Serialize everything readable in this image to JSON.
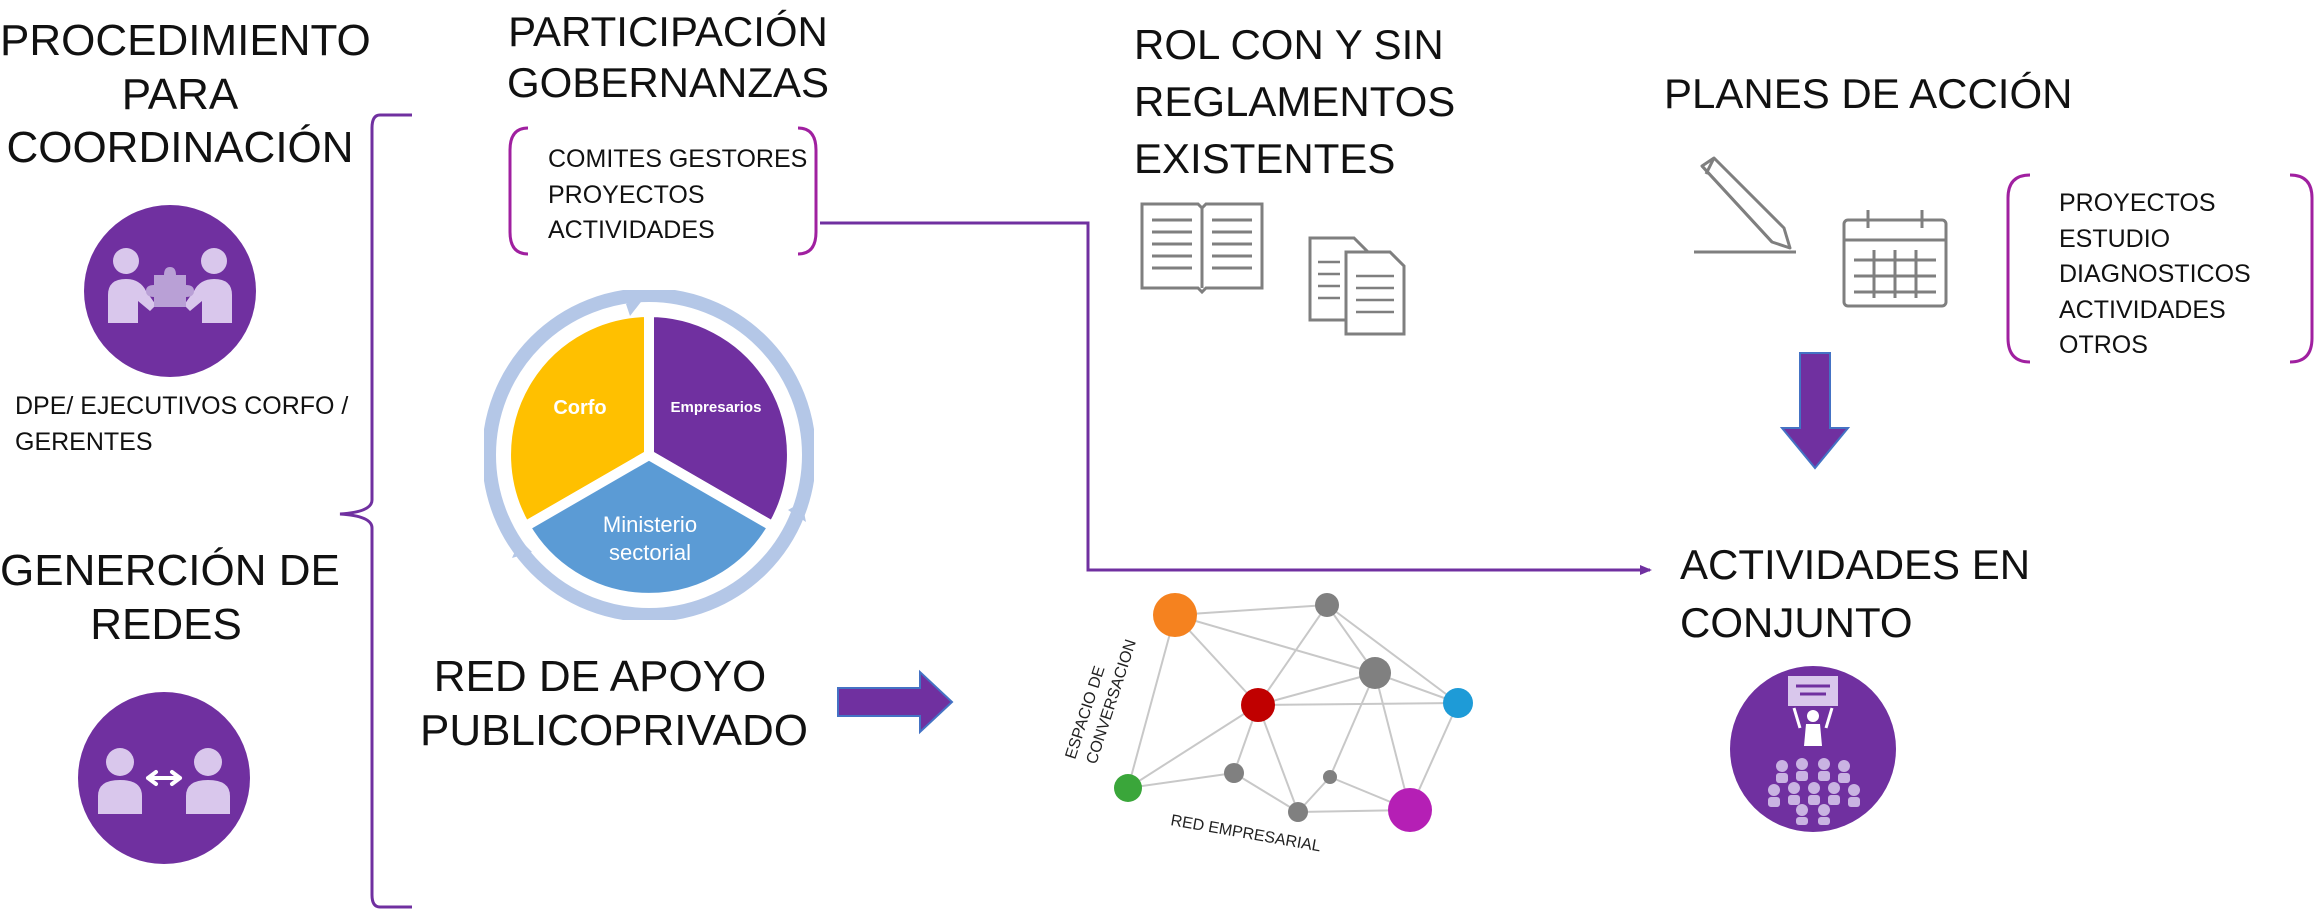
{
  "procedimiento": {
    "title": [
      "PROCEDIMIENTO",
      "PARA",
      "COORDINACIÓN"
    ],
    "roles": [
      "DPE/ EJECUTIVOS CORFO /",
      "GERENTES"
    ],
    "icon": "handshake-puzzle-icon"
  },
  "redes": {
    "title": [
      "GENERCIÓN DE",
      "REDES"
    ],
    "icon": "people-exchange-icon"
  },
  "participacion": {
    "title": [
      "PARTICIPACIÓN",
      "GOBERNANZAS"
    ],
    "items": [
      "COMITES GESTORES",
      "PROYECTOS",
      "ACTIVIDADES"
    ]
  },
  "cycle": {
    "segments": [
      "Corfo",
      "Empresarios",
      "Ministerio",
      "sectorial"
    ],
    "colors": {
      "corfo": "#FFC000",
      "empresarios": "#7030A0",
      "ministerio": "#5B9BD5",
      "ring": "#B4C7E7"
    }
  },
  "red_apoyo": {
    "title": [
      "RED DE APOYO",
      "PUBLICOPRIVADO"
    ]
  },
  "network": {
    "label_space": [
      "ESPACIO DE",
      "CONVERSACION"
    ],
    "label_red": "RED EMPRESARIAL"
  },
  "rol": {
    "title": [
      "ROL CON Y SIN",
      "REGLAMENTOS",
      "EXISTENTES"
    ],
    "icons": [
      "open-book-icon",
      "documents-icon"
    ]
  },
  "planes": {
    "title": "PLANES DE ACCIÓN",
    "items": [
      "PROYECTOS",
      "ESTUDIO",
      "DIAGNOSTICOS",
      "ACTIVIDADES",
      "OTROS"
    ],
    "icons": [
      "pencil-icon",
      "calendar-icon"
    ]
  },
  "actividades": {
    "title": [
      "ACTIVIDADES EN",
      "CONJUNTO"
    ],
    "icon": "presenter-audience-icon"
  },
  "colors": {
    "purple": "#7030A0",
    "accent": "#A020A0",
    "gray_icon": "#7F7F7F"
  }
}
